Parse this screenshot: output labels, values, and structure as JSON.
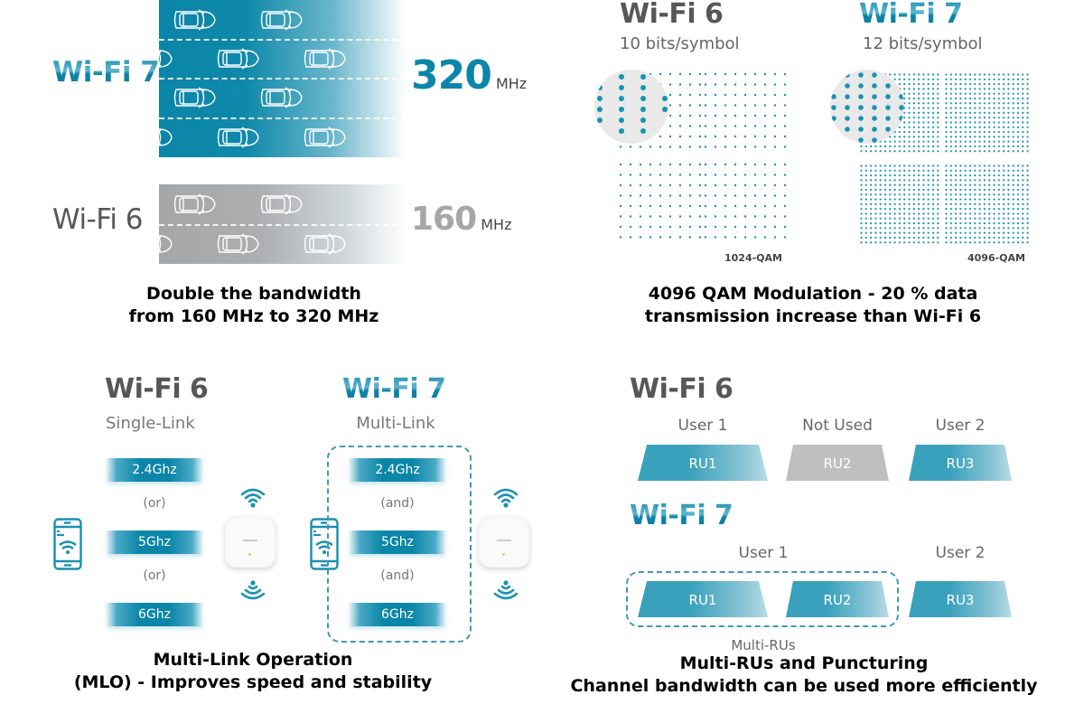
{
  "colors": {
    "accent_teal": "#0b86a8",
    "wifi6_gray": "#555759",
    "light_gray": "#a4a6a8",
    "ru_blue": "#3aa1bd",
    "ru_gray": "#bdbfc1"
  },
  "bandwidth_panel": {
    "wifi7_label": "Wi-Fi 7",
    "wifi6_label": "Wi-Fi 6",
    "wifi7_value": "320",
    "wifi6_value": "160",
    "unit": "MHz",
    "caption_line1": "Double the bandwidth",
    "caption_line2": "from 160 MHz to 320 MHz",
    "icons": [
      "car-icon"
    ]
  },
  "qam_panel": {
    "wifi6": {
      "title": "Wi-Fi 6",
      "subtitle": "10 bits/symbol",
      "label": "1024-QAM"
    },
    "wifi7": {
      "title": "Wi-Fi 7",
      "subtitle": "12 bits/symbol",
      "label": "4096-QAM"
    },
    "caption_line1": "4096 QAM Modulation - 20 % data",
    "caption_line2": "transmission increase than Wi-Fi 6"
  },
  "mlo_panel": {
    "wifi6": {
      "title": "Wi-Fi 6",
      "subtitle": "Single-Link",
      "bands": [
        "2.4Ghz",
        "5Ghz",
        "6Ghz"
      ],
      "conjunctions": [
        "(or)",
        "(or)"
      ]
    },
    "wifi7": {
      "title": "Wi-Fi 7",
      "subtitle": "Multi-Link",
      "bands": [
        "2.4Ghz",
        "5Ghz",
        "6Ghz"
      ],
      "conjunctions": [
        "(and)",
        "(and)"
      ]
    },
    "caption_line1": "Multi-Link Operation",
    "caption_line2": "(MLO) - Improves speed and stability",
    "icons": [
      "smartphone-wifi-icon",
      "access-point-icon",
      "wifi-signal-icon"
    ]
  },
  "ru_panel": {
    "wifi6": {
      "title": "Wi-Fi 6",
      "users": [
        "User 1",
        "Not Used",
        "User 2"
      ],
      "rus": [
        "RU1",
        "RU2",
        "RU3"
      ]
    },
    "wifi7": {
      "title": "Wi-Fi 7",
      "users": [
        "User 1",
        "User 2"
      ],
      "rus": [
        "RU1",
        "RU2",
        "RU3"
      ],
      "group_label": "Multi-RUs"
    },
    "caption_line1": "Multi-RUs and Puncturing",
    "caption_line2": "Channel bandwidth can be used more efficiently"
  }
}
